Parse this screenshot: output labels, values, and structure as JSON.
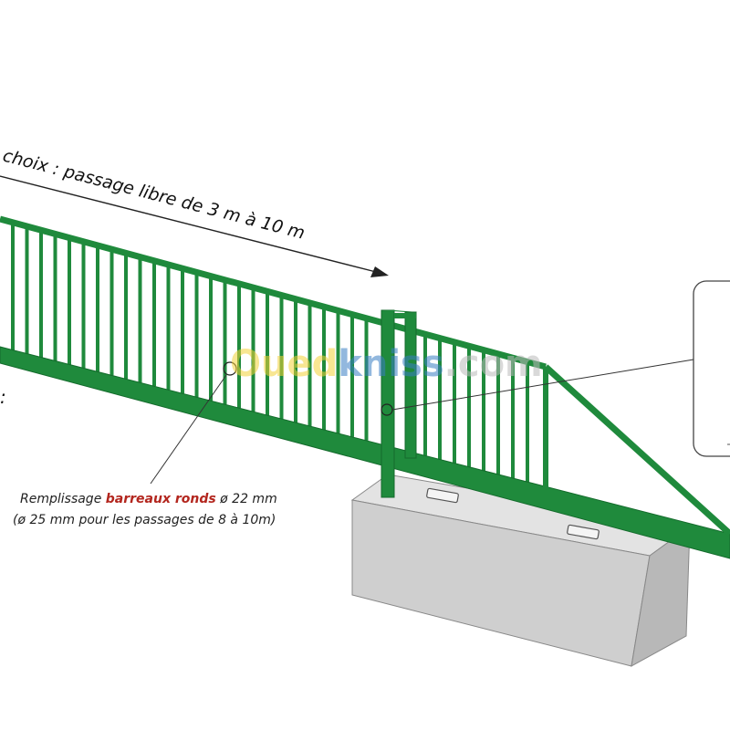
{
  "colors": {
    "gate_green": "#1f8a3c",
    "gate_green_dark": "#146b2c",
    "concrete_top": "#e3e3e3",
    "concrete_front": "#cfcfcf",
    "concrete_side": "#b8b8b8",
    "highlight_red": "#b3261e",
    "line": "#222222",
    "watermark_yellow": "#f3d23a",
    "watermark_blue": "#3a7fc4"
  },
  "annotations": {
    "passage_label": "choix : passage libre de 3 m à 10 m",
    "filling_prefix": "Remplissage ",
    "filling_highlight": "barreaux ronds",
    "filling_suffix": " ø 22 mm",
    "filling_note": "(ø 25 mm pour les passages de 8 à 10m)",
    "left_fragment": ":"
  },
  "watermark": {
    "part1": "Oued",
    "part2": "kniss",
    "part3": ".com"
  },
  "icons": {
    "arrow": "arrow-right-icon",
    "callout_box": "callout-box",
    "pointer_dot": "circle-marker-icon"
  }
}
